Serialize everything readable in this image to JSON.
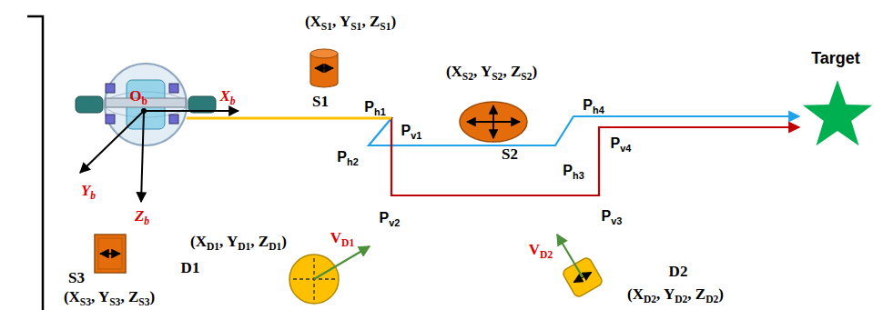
{
  "diagram": {
    "nodes": [
      {
        "text": [
          "Ob"
        ]
      },
      {
        "text": [
          "(XS1, YS1, ZS1)",
          "S1"
        ]
      },
      {
        "text": [
          "(XS2, YS2, ZS2)",
          "S2"
        ]
      },
      {
        "text": [
          "Target"
        ]
      },
      {
        "text": [
          "S3",
          "(XS3, YS3, ZS3)"
        ]
      },
      {
        "text": [
          "(XD1, YD1, ZD1)",
          "D1"
        ]
      },
      {
        "text": [
          "D2",
          "(XD2, YD2, ZD2)"
        ]
      }
    ],
    "edges": [
      {
        "from": 0,
        "to": 3,
        "arrow": "to"
      },
      {
        "from": 0,
        "to": 3,
        "arrow": "to"
      }
    ],
    "labels": [
      "Xb",
      "Ph1",
      "Pv1",
      "Ph4",
      "Ph2",
      "Yb",
      "Pv4",
      "Ph3",
      "Zb",
      "Pv2",
      "Pv3",
      "VD1",
      "VD2"
    ]
  }
}
